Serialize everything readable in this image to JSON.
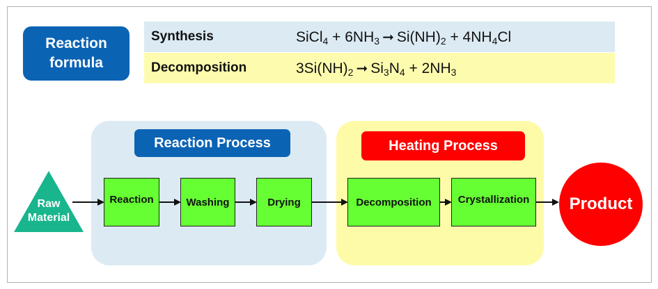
{
  "formula": {
    "label": "Reaction\nformula",
    "synthesis": {
      "name": "Synthesis"
    },
    "decomposition": {
      "name": "Decomposition"
    }
  },
  "process": {
    "reaction_title": "Reaction Process",
    "heating_title": "Heating Process",
    "raw_material": "Raw\nMaterial",
    "steps": [
      "Reaction",
      "Washing",
      "Drying",
      "Decomposition",
      "Crystallization"
    ],
    "product": "Product"
  },
  "colors": {
    "blue_accent": "#0b63b4",
    "red_accent": "#ff0000",
    "step_green": "#66ff33",
    "raw_material_teal": "#19b58d",
    "panel_blue": "#dceaf3",
    "panel_yellow": "#fdfba8"
  }
}
